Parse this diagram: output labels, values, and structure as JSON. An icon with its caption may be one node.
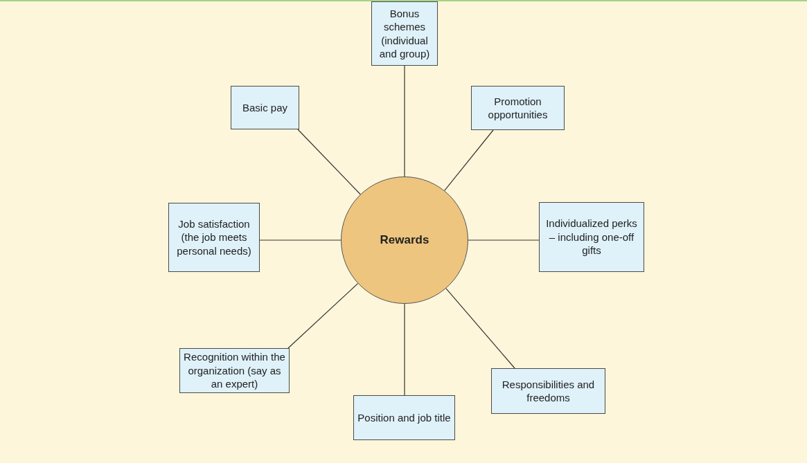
{
  "diagram": {
    "nodes": [
      {
        "text": [
          "Bonus schemes (individual and group)"
        ]
      },
      {
        "text": [
          "Basic pay"
        ]
      },
      {
        "text": [
          "Promotion opportunities"
        ]
      },
      {
        "text": [
          "Job satisfaction (the job meets personal needs)"
        ]
      },
      {
        "text": [
          "Rewards"
        ]
      },
      {
        "text": [
          "Individualized perks – including one-off gifts"
        ]
      },
      {
        "text": [
          "Responsibilities and freedoms"
        ]
      },
      {
        "text": [
          "Recognition within the organization (say as an expert)"
        ]
      },
      {
        "text": [
          "Position and job title"
        ]
      }
    ],
    "edges": [
      {
        "from": 4,
        "to": 0,
        "arrow": "none"
      },
      {
        "from": 4,
        "to": 1,
        "arrow": "none"
      },
      {
        "from": 4,
        "to": 2,
        "arrow": "none"
      },
      {
        "from": 4,
        "to": 3,
        "arrow": "none"
      },
      {
        "from": 4,
        "to": 5,
        "arrow": "none"
      },
      {
        "from": 4,
        "to": 6,
        "arrow": "none"
      },
      {
        "from": 4,
        "to": 7,
        "arrow": "none"
      },
      {
        "from": 4,
        "to": 8,
        "arrow": "none"
      }
    ]
  }
}
